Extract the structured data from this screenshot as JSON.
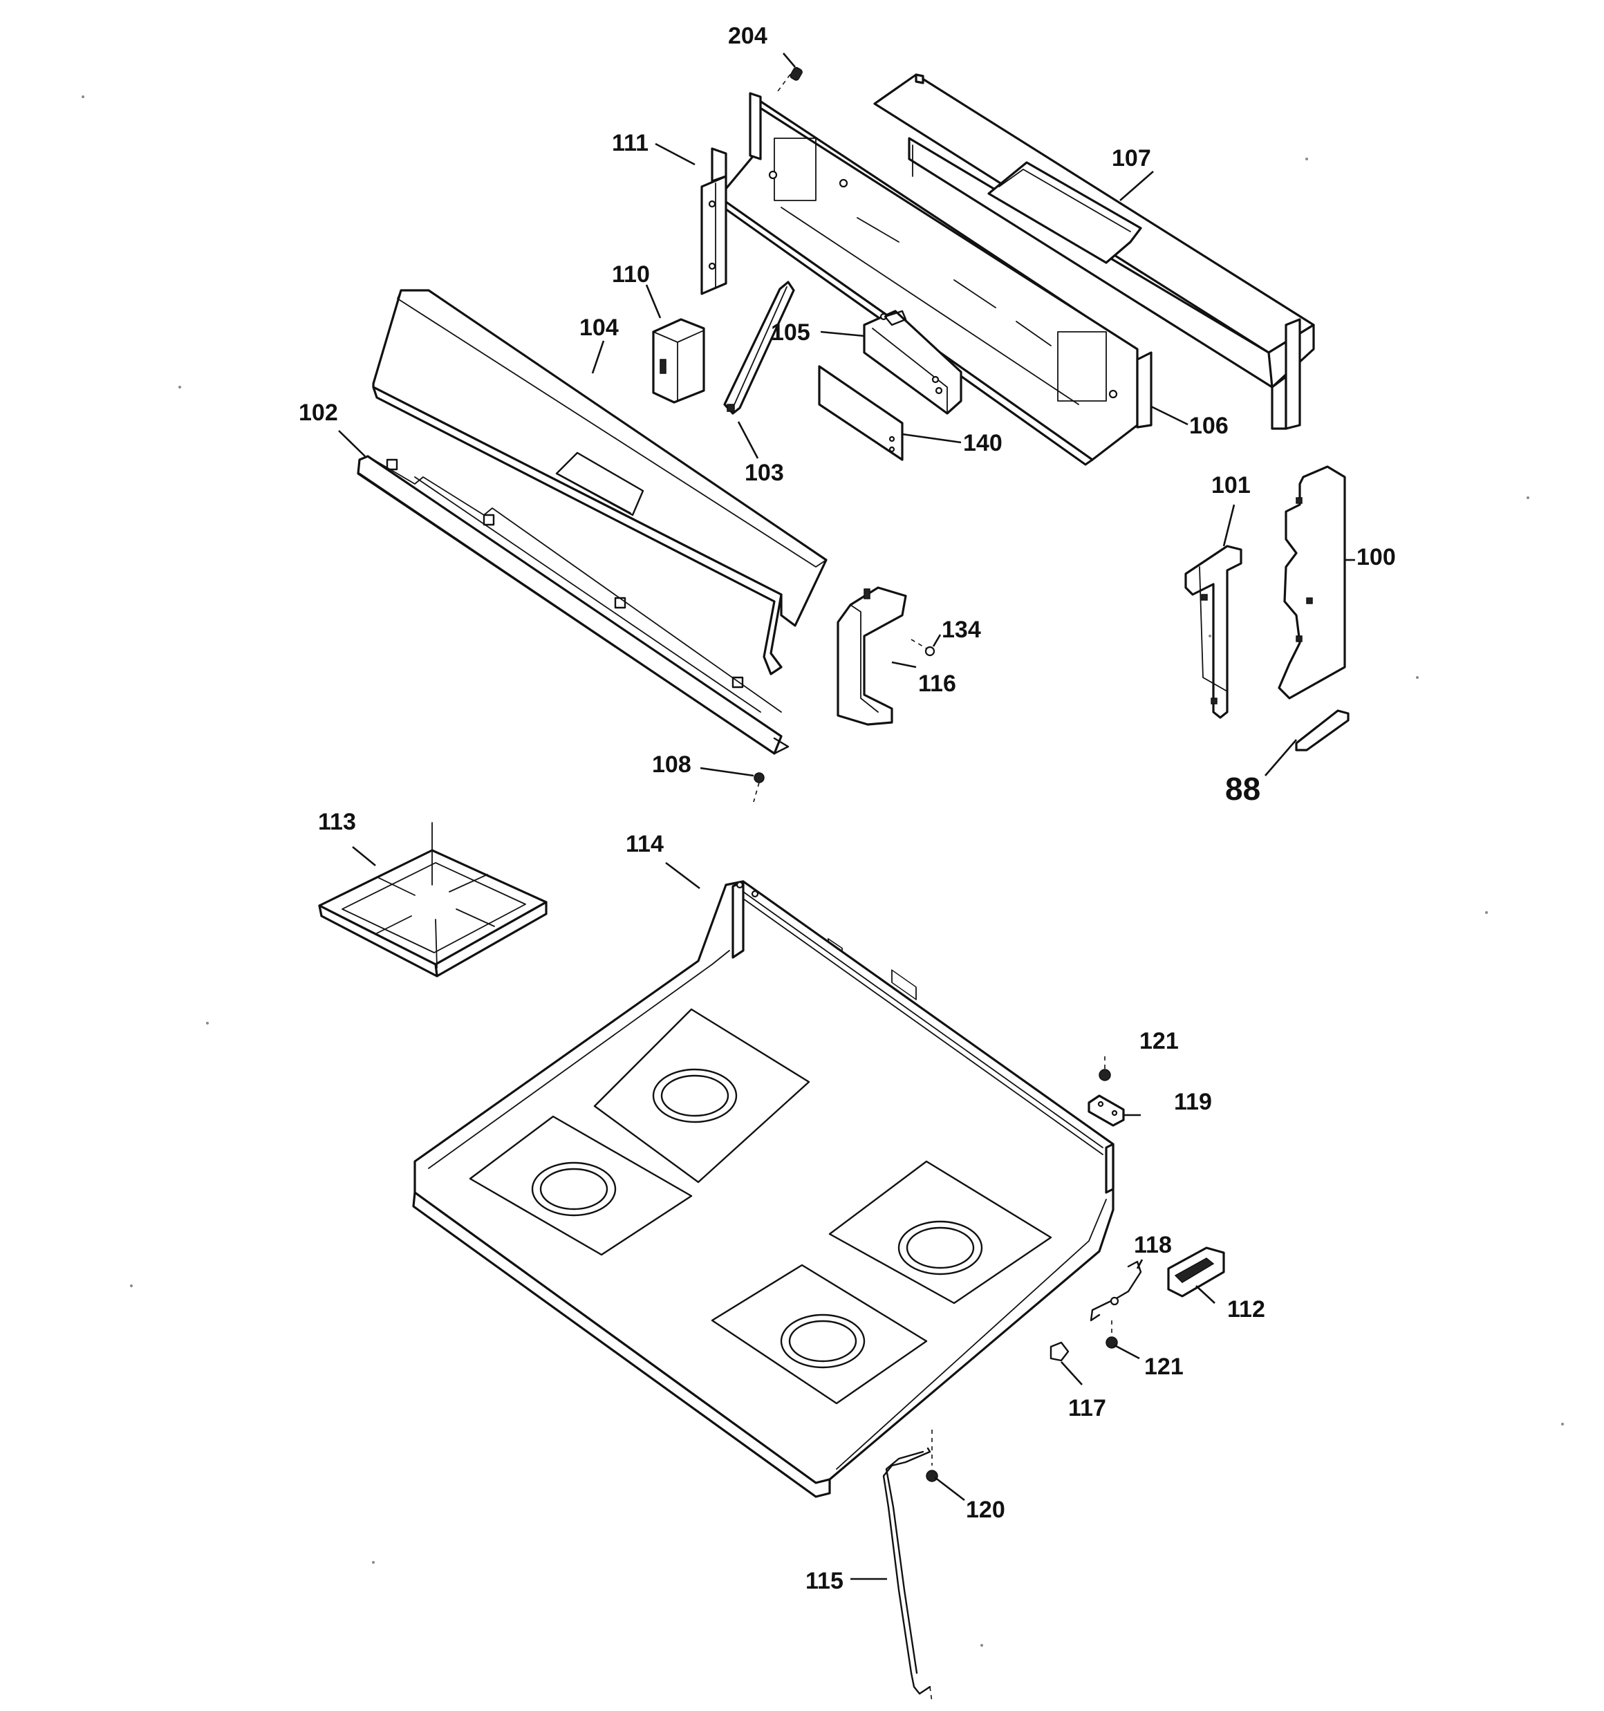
{
  "diagram": {
    "labels": {
      "p204": "204",
      "p111": "111",
      "p107": "107",
      "p110": "110",
      "p104": "104",
      "p105": "105",
      "p106": "106",
      "p102": "102",
      "p103": "103",
      "p140": "140",
      "p101": "101",
      "p100": "100",
      "p134": "134",
      "p116": "116",
      "p108": "108",
      "p88": "88",
      "p113": "113",
      "p114": "114",
      "p121a": "121",
      "p119": "119",
      "p118": "118",
      "p112": "112",
      "p121b": "121",
      "p117": "117",
      "p120": "120",
      "p115": "115"
    }
  }
}
